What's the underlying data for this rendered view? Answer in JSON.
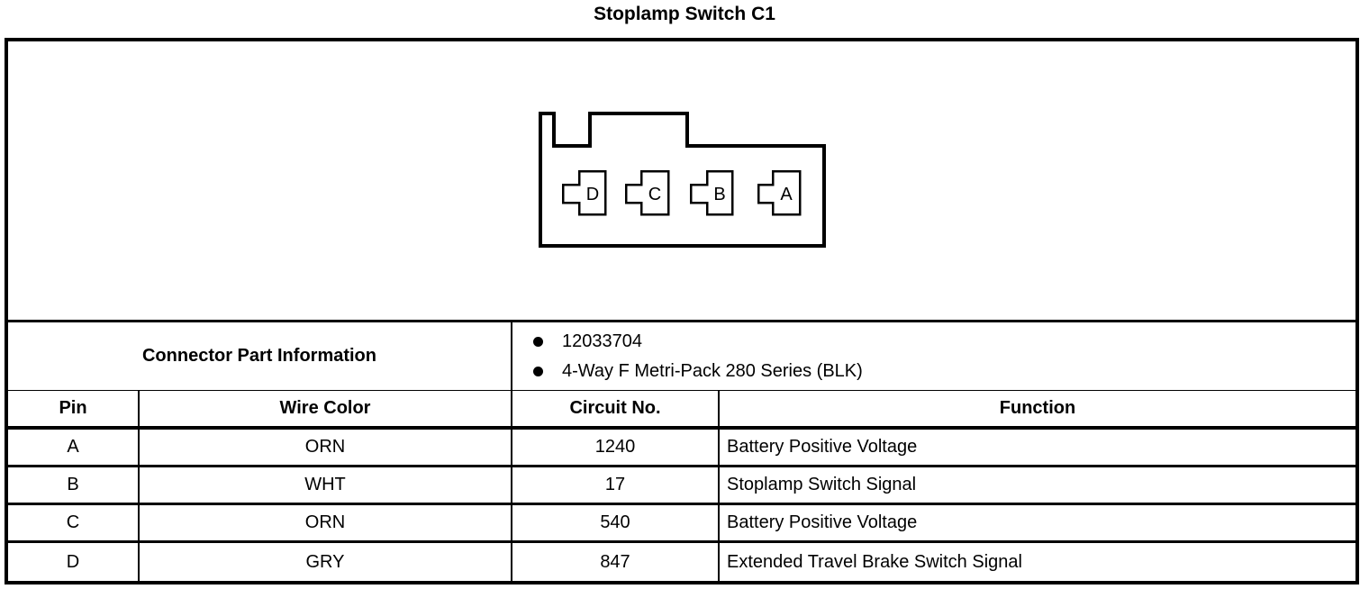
{
  "title": "Stoplamp Switch C1",
  "connector": {
    "description": "4-pin female connector face view",
    "pins": [
      {
        "label": "D"
      },
      {
        "label": "C"
      },
      {
        "label": "B"
      },
      {
        "label": "A"
      }
    ]
  },
  "part_info": {
    "label": "Connector Part Information",
    "bullets": [
      "12033704",
      "4-Way F Metri-Pack 280 Series (BLK)"
    ]
  },
  "table": {
    "headers": {
      "pin": "Pin",
      "wire_color": "Wire Color",
      "circuit_no": "Circuit No.",
      "function": "Function"
    },
    "rows": [
      {
        "pin": "A",
        "wire_color": "ORN",
        "circuit_no": "1240",
        "function": "Battery Positive Voltage"
      },
      {
        "pin": "B",
        "wire_color": "WHT",
        "circuit_no": "17",
        "function": "Stoplamp Switch Signal"
      },
      {
        "pin": "C",
        "wire_color": "ORN",
        "circuit_no": "540",
        "function": "Battery Positive Voltage"
      },
      {
        "pin": "D",
        "wire_color": "GRY",
        "circuit_no": "847",
        "function": "Extended Travel Brake Switch Signal"
      }
    ]
  },
  "colors": {
    "ink": "#000000",
    "background": "#ffffff"
  }
}
